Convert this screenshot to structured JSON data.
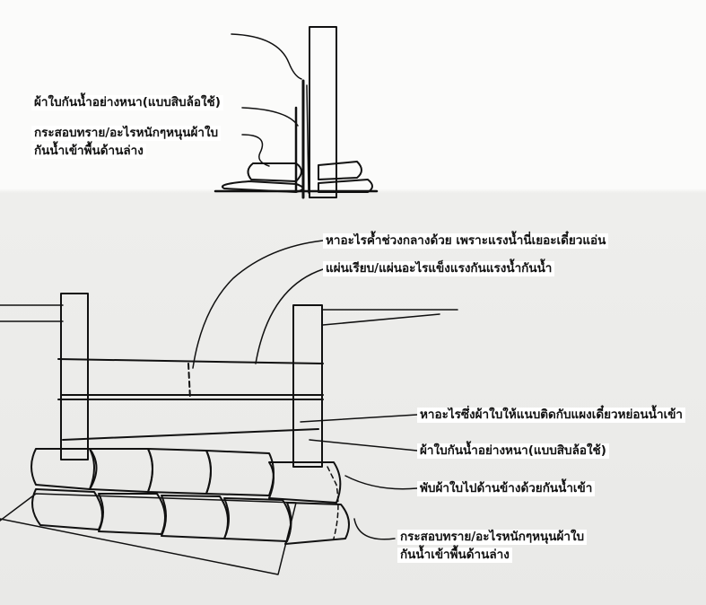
{
  "top_detail": {
    "label_tarp": "ผ้าใบกันน้ำอย่างหนา(แบบสิบล้อใช้)",
    "label_sandbag_line1": "กระสอบทราย/อะไรหนักๆหนุนผ้าใบ",
    "label_sandbag_line2": "กันน้ำเข้าพื้นด้านล่าง"
  },
  "main_detail": {
    "label_middle_support": "หาอะไรค้ำช่วงกลางด้วย เพราะแรงน้ำนี่เยอะเดี๋ยวแอ่น",
    "label_board": "แผ่นเรียบ/แผ่นอะไรแข็งแรงกันแรงน้ำกันน้ำ",
    "label_fasten": "หาอะไรซึ่งผ้าใบให้แนบติดกับแผงเดี๋ยวหย่อนน้ำเข้า",
    "label_tarp": "ผ้าใบกันน้ำอย่างหนา(แบบสิบล้อใช้)",
    "label_fold": "พับผ้าใบไปด้านข้างด้วยกันน้ำเข้า",
    "label_sandbag_line1": "กระสอบทราย/อะไรหนักๆหนุนผ้าใบ",
    "label_sandbag_line2": "กันน้ำเข้าพื้นด้านล่าง"
  }
}
